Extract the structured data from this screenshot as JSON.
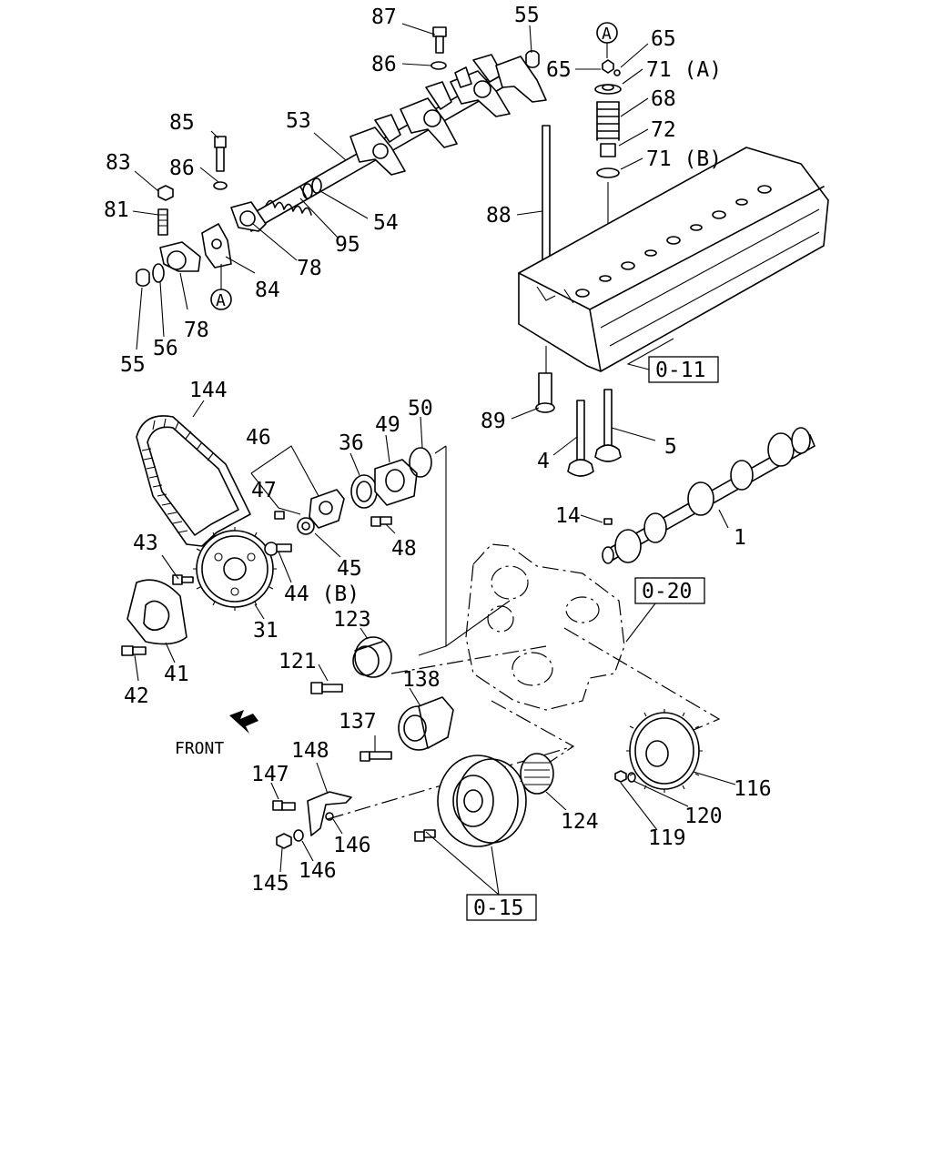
{
  "labels": {
    "l87": "87",
    "l55a": "55",
    "l86a": "86",
    "l53": "53",
    "l85": "85",
    "l83": "83",
    "l86b": "86",
    "l81": "81",
    "l54": "54",
    "l95": "95",
    "l78a": "78",
    "l84": "84",
    "l78b": "78",
    "l56": "56",
    "l55b": "55",
    "l65a": "65",
    "l65b": "65",
    "l71a": "71 (A)",
    "l68": "68",
    "l72": "72",
    "l71b": "71 (B)",
    "l88": "88",
    "l89": "89",
    "l4": "4",
    "l5": "5",
    "l144": "144",
    "l46": "46",
    "l47": "47",
    "l36": "36",
    "l49": "49",
    "l50": "50",
    "l48": "48",
    "l45": "45",
    "l43": "43",
    "l44b": "44 (B)",
    "l31": "31",
    "l41": "41",
    "l42": "42",
    "l14": "14",
    "l1": "1",
    "l123": "123",
    "l121": "121",
    "l138": "138",
    "l137": "137",
    "l148": "148",
    "l147": "147",
    "l146a": "146",
    "l146b": "146",
    "l145": "145",
    "l124": "124",
    "l116": "116",
    "l120": "120",
    "l119": "119"
  },
  "circle_marks": {
    "top": "A",
    "left": "A"
  },
  "ref_boxes": {
    "head": "0-11",
    "case": "0-20",
    "pulley": "0-15"
  },
  "front_label": "FRONT"
}
